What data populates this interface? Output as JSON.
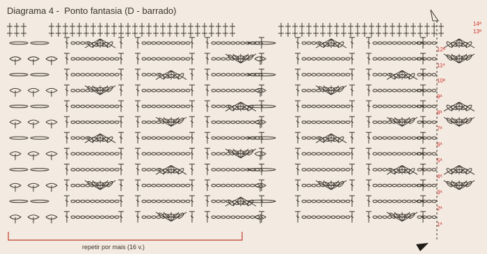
{
  "title": "Diagrama 4 -  Ponto fantasia (D - barrado)",
  "repeat_label": "repetir por mais (16 v.)",
  "row_numbers": [
    "14ª",
    "13ª",
    "12ª",
    "11ª",
    "10ª",
    "9ª",
    "8ª",
    "7ª",
    "6ª",
    "5ª",
    "4ª",
    "3ª",
    "2ª",
    "1ª"
  ],
  "colors": {
    "background": "#f3ebe1",
    "ink": "#3a332c",
    "row_numbers": "#d0312d",
    "repeat_bracket": "#c0392b"
  },
  "icons": {
    "start_arrow": "start-arrow-icon",
    "direction_arrow": "direction-arrow-icon"
  }
}
